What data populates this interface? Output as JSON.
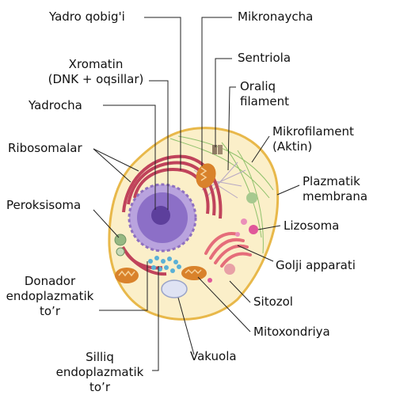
{
  "labels": {
    "nuclear_envelope": "Yadro qobig'i",
    "chromatin_line1": "Xromatin",
    "chromatin_line2": "(DNK + oqsillar)",
    "nucleolus": "Yadrocha",
    "ribosomes": "Ribosomalar",
    "peroxisome": "Peroksisoma",
    "rough_er_line1": "Donador",
    "rough_er_line2": "endoplazmatik",
    "rough_er_line3": "to’r",
    "smooth_er_line1": "Silliq",
    "smooth_er_line2": "endoplazmatik",
    "smooth_er_line3": "to’r",
    "microtubule": "Mikronaycha",
    "centriole": "Sentriola",
    "intermediate_filament_line1": "Oraliq",
    "intermediate_filament_line2": "filament",
    "microfilament_line1": "Mikrofilament",
    "microfilament_line2": "(Aktin)",
    "plasma_membrane_line1": "Plazmatik",
    "plasma_membrane_line2": "membrana",
    "lysosome": "Lizosoma",
    "golgi": "Golji apparati",
    "cytosol": "Sitozol",
    "mitochondrion": "Mitoxondriya",
    "vacuole": "Vakuola"
  },
  "colors": {
    "membrane": "#e8b84a",
    "cytoplasm": "#fbefc9",
    "nucleus_outer": "#b9a3de",
    "nucleus_inner": "#8c6fc7",
    "nucleolus": "#5d3f9c",
    "rough_er": "#c0435b",
    "ribosome_dots": "#3b2a6e",
    "smooth_er": "#5ab0d6",
    "mitochondria": "#d9822b",
    "golgi": "#e56d7a",
    "lysosome": "#e0579a",
    "vacuole": "#dfe3f3",
    "peroxisome": "#96b882",
    "filament": "#8fc16b",
    "leader_line": "#222222"
  }
}
